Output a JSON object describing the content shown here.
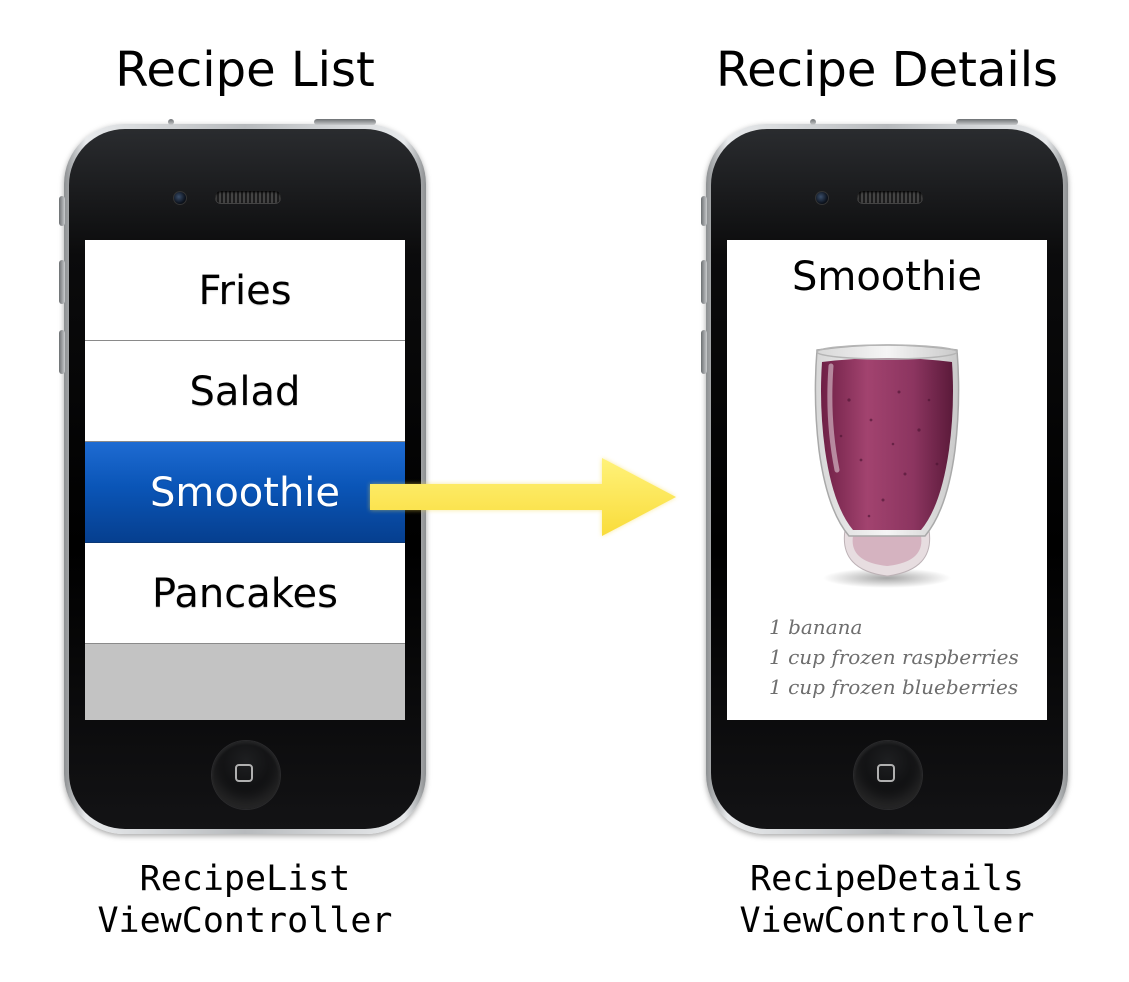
{
  "left": {
    "heading": "Recipe List",
    "items": [
      {
        "label": "Fries"
      },
      {
        "label": "Salad"
      },
      {
        "label": "Smoothie",
        "selected": true
      },
      {
        "label": "Pancakes"
      }
    ],
    "caption_line1": "RecipeList",
    "caption_line2": "ViewController"
  },
  "right": {
    "heading": "Recipe Details",
    "title": "Smoothie",
    "ingredients": [
      "1 banana",
      "1 cup frozen raspberries",
      "1 cup frozen blueberries"
    ],
    "caption_line1": "RecipeDetails",
    "caption_line2": "ViewController"
  },
  "colors": {
    "selection_blue": "#0a55b7",
    "arrow_yellow": "#ffea5a",
    "smoothie": "#9a3a66"
  },
  "icons": [
    "camera-icon",
    "speaker-icon",
    "home-button-icon",
    "smoothie-glass-icon",
    "arrow-icon"
  ]
}
